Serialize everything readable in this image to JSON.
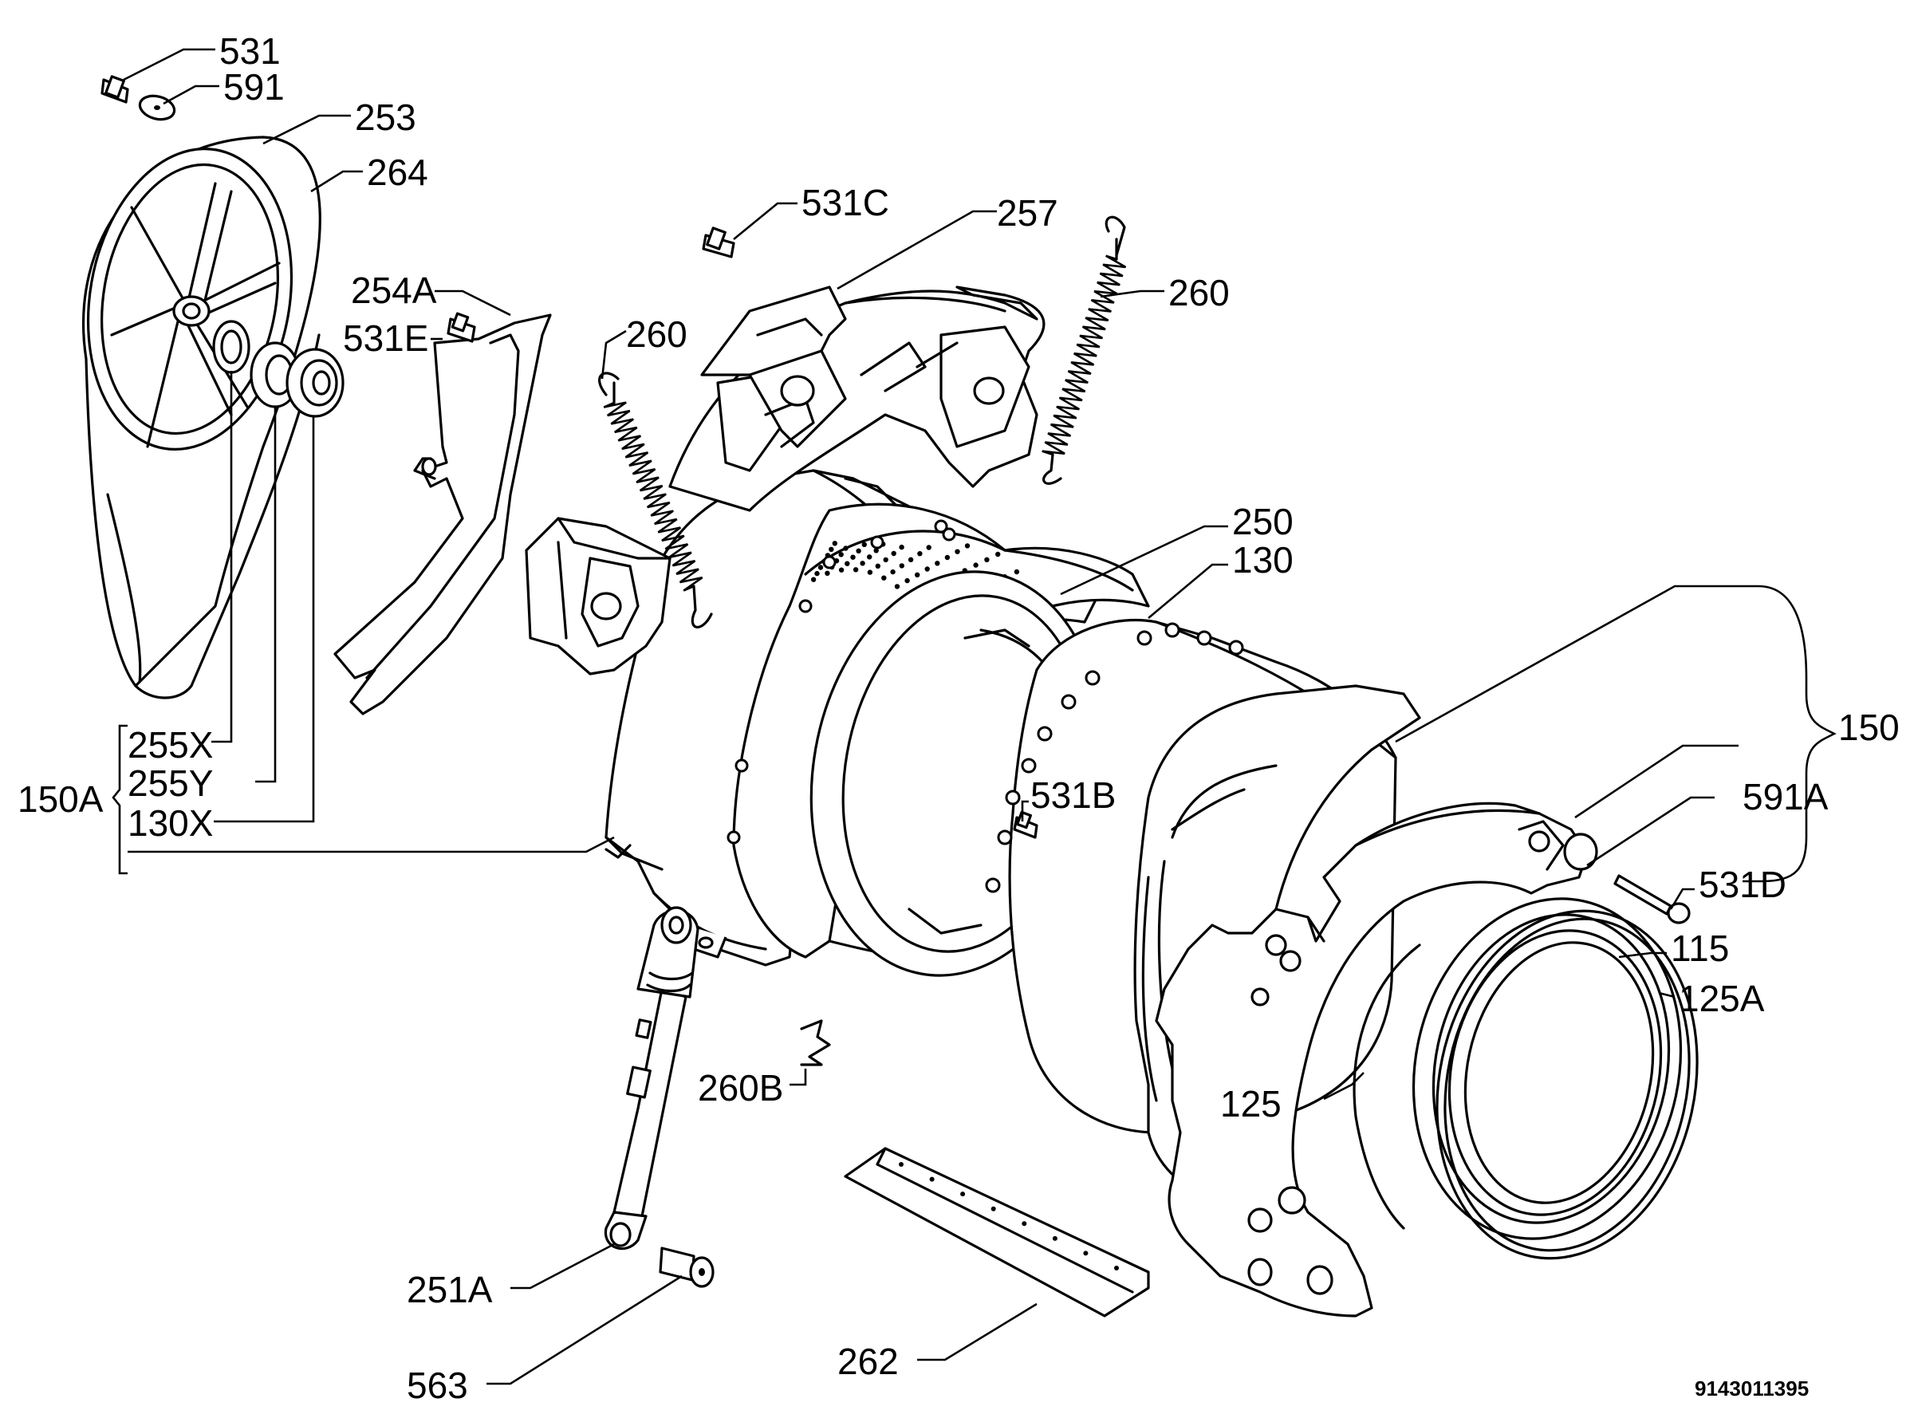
{
  "labels": {
    "l531": "531",
    "l591": "591",
    "l253": "253",
    "l264": "264",
    "l531c": "531C",
    "l257": "257",
    "l260a": "260",
    "l260b": "260",
    "l254a": "254A",
    "l531e": "531E",
    "l250": "250",
    "l130": "130",
    "l150": "150",
    "l255x": "255X",
    "l255y": "255Y",
    "l150a": "150A",
    "l130x": "130X",
    "l531b": "531B",
    "l591a": "591A",
    "l531d": "531D",
    "l115": "115",
    "l125a": "125A",
    "l260bb": "260B",
    "l125": "125",
    "l251a": "251A",
    "l563": "563",
    "l262": "262"
  },
  "drawing_code": "9143011395"
}
